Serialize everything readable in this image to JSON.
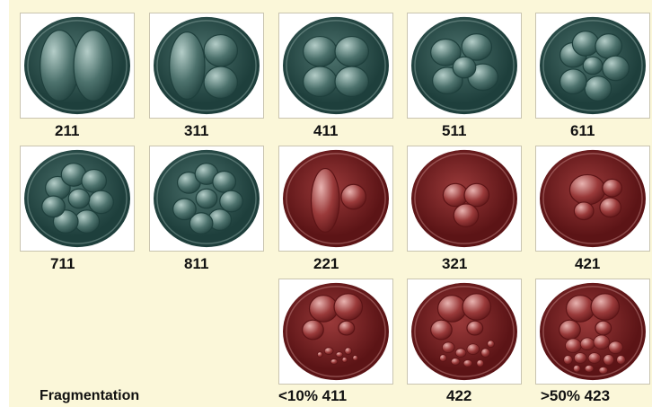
{
  "colors": {
    "background": "#fbf7d9",
    "tile_bg": "#ffffff",
    "teal_dark": "#1e3f3c",
    "teal_light": "#b4cdc8",
    "maroon_dark": "#5c1416",
    "maroon_light": "#e8b3b0"
  },
  "embryos": [
    {
      "code": "211",
      "label": "211",
      "color": "teal",
      "cells": 2,
      "fragmentation": "none"
    },
    {
      "code": "311",
      "label": "311",
      "color": "teal",
      "cells": 3,
      "fragmentation": "none"
    },
    {
      "code": "411",
      "label": "411",
      "color": "teal",
      "cells": 4,
      "fragmentation": "none"
    },
    {
      "code": "511",
      "label": "511",
      "color": "teal",
      "cells": 5,
      "fragmentation": "none"
    },
    {
      "code": "611",
      "label": "611",
      "color": "teal",
      "cells": 6,
      "fragmentation": "none"
    },
    {
      "code": "711",
      "label": "711",
      "color": "teal",
      "cells": 7,
      "fragmentation": "none"
    },
    {
      "code": "811",
      "label": "811",
      "color": "teal",
      "cells": 8,
      "fragmentation": "none"
    },
    {
      "code": "221",
      "label": "221",
      "color": "maroon",
      "cells": 2,
      "fragmentation": "none"
    },
    {
      "code": "321",
      "label": "321",
      "color": "maroon",
      "cells": 3,
      "fragmentation": "none"
    },
    {
      "code": "421",
      "label": "421",
      "color": "maroon",
      "cells": 4,
      "fragmentation": "none"
    },
    {
      "code": "411",
      "label": "<10% 411",
      "color": "maroon",
      "cells": 4,
      "fragmentation": "low"
    },
    {
      "code": "422",
      "label": "422",
      "color": "maroon",
      "cells": 4,
      "fragmentation": "medium"
    },
    {
      "code": "423",
      "label": ">50% 423",
      "color": "maroon",
      "cells": 4,
      "fragmentation": "high"
    }
  ],
  "fragmentation_label": "Fragmentation"
}
